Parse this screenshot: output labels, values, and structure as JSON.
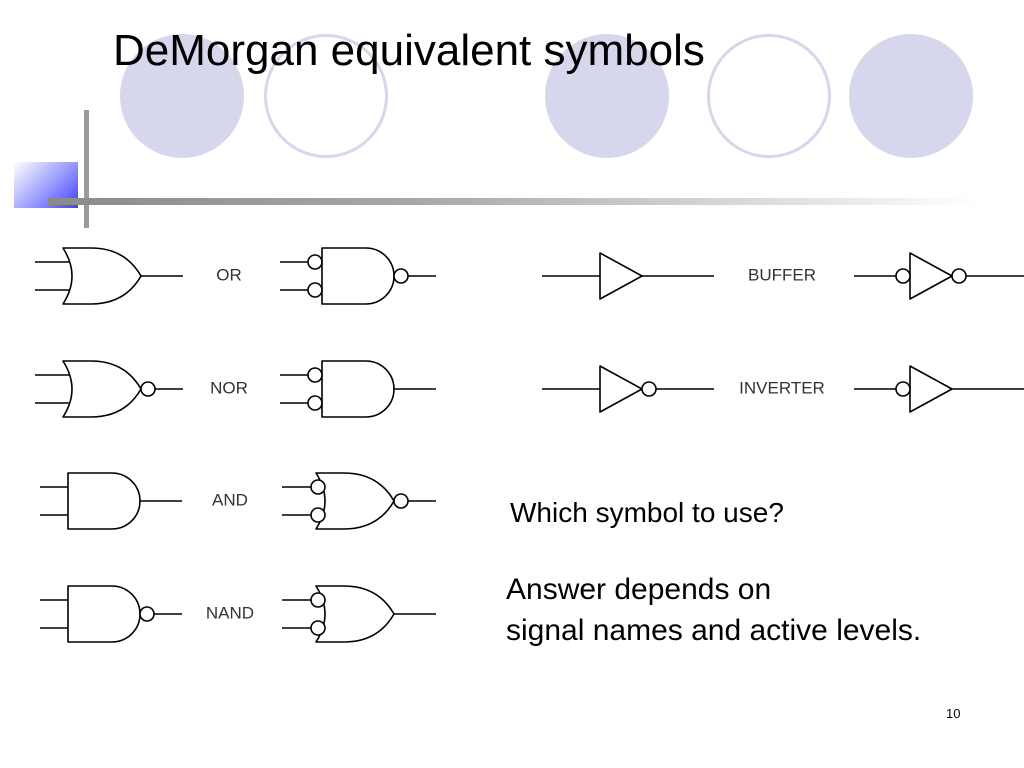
{
  "slide": {
    "title": "DeMorgan equivalent symbols",
    "page_number": "10"
  },
  "gates": [
    {
      "label": "OR",
      "left_symbol": "or",
      "left_out_bubble": false,
      "right_symbol": "and",
      "right_in_bubbles": true,
      "right_out_bubble": true
    },
    {
      "label": "NOR",
      "left_symbol": "or",
      "left_out_bubble": true,
      "right_symbol": "and",
      "right_in_bubbles": true,
      "right_out_bubble": false
    },
    {
      "label": "AND",
      "left_symbol": "and",
      "left_out_bubble": false,
      "right_symbol": "or",
      "right_in_bubbles": true,
      "right_out_bubble": true
    },
    {
      "label": "NAND",
      "left_symbol": "and",
      "left_out_bubble": true,
      "right_symbol": "or",
      "right_in_bubbles": true,
      "right_out_bubble": false
    },
    {
      "label": "BUFFER",
      "left_symbol": "buffer",
      "left_out_bubble": false,
      "right_symbol": "buffer",
      "right_in_bubbles": true,
      "right_out_bubble": true
    },
    {
      "label": "INVERTER",
      "left_symbol": "buffer",
      "left_out_bubble": true,
      "right_symbol": "buffer",
      "right_in_bubbles": true,
      "right_out_bubble": false
    }
  ],
  "question": "Which symbol to use?",
  "answer": {
    "line1": "Answer depends on",
    "line2": "signal names and active levels."
  },
  "colors": {
    "decor_circle": "#d6d6ec",
    "accent_square": "#4040ff",
    "rule": "#9a9a9a"
  }
}
